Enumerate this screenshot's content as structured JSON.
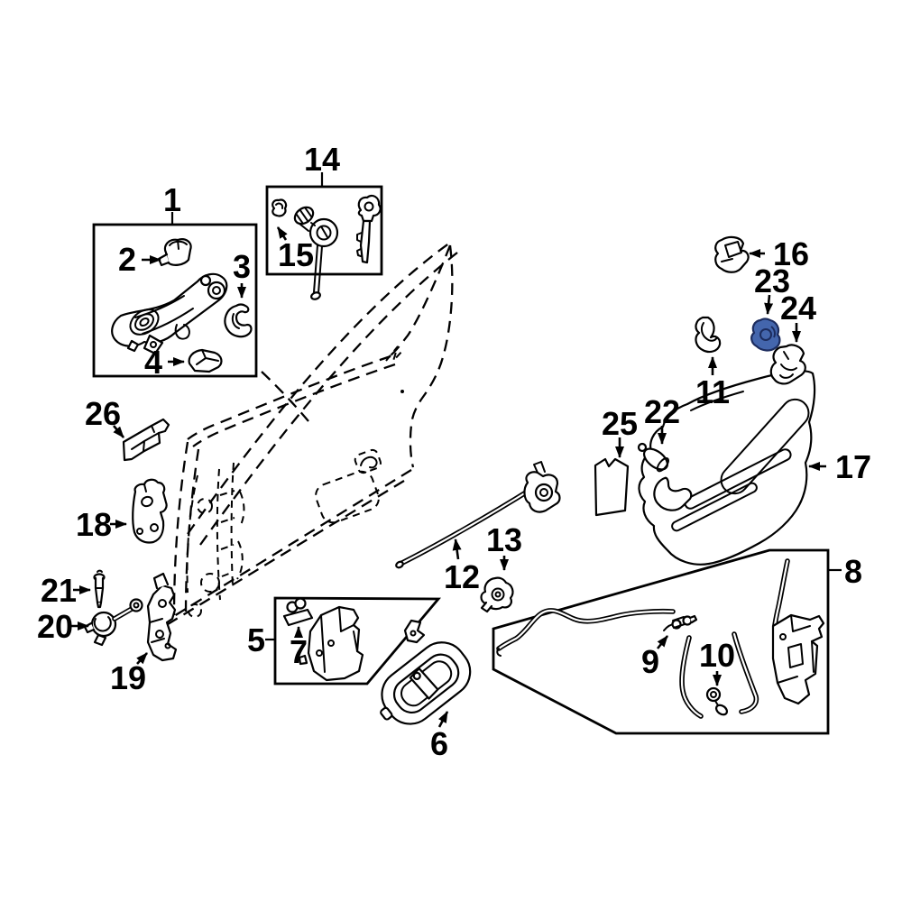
{
  "diagram": {
    "description": "Exploded parts diagram of a vehicle front door lock and handle hardware with numbered callouts 1-26; part 23 is highlighted in blue.",
    "background": "#ffffff",
    "line_color": "#000000",
    "highlight": {
      "part": "23",
      "fill": "#4466ad",
      "outline": "#1c2c5e"
    }
  },
  "labels": [
    {
      "text": "1"
    },
    {
      "text": "2"
    },
    {
      "text": "3"
    },
    {
      "text": "4"
    },
    {
      "text": "5"
    },
    {
      "text": "6"
    },
    {
      "text": "7"
    },
    {
      "text": "8"
    },
    {
      "text": "9"
    },
    {
      "text": "10"
    },
    {
      "text": "11"
    },
    {
      "text": "12"
    },
    {
      "text": "13"
    },
    {
      "text": "14"
    },
    {
      "text": "15"
    },
    {
      "text": "16"
    },
    {
      "text": "17"
    },
    {
      "text": "18"
    },
    {
      "text": "19"
    },
    {
      "text": "20"
    },
    {
      "text": "21"
    },
    {
      "text": "22"
    },
    {
      "text": "23"
    },
    {
      "text": "24"
    },
    {
      "text": "25"
    },
    {
      "text": "26"
    }
  ]
}
